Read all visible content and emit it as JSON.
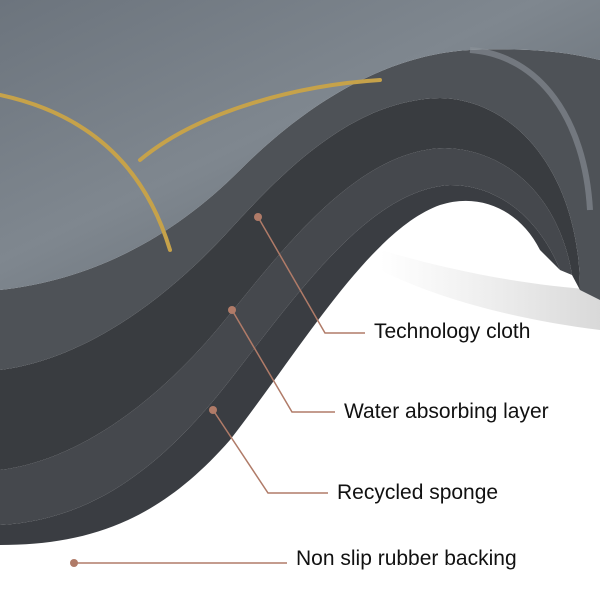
{
  "product": {
    "layers": [
      {
        "label": "Technology cloth",
        "color": "#4e5257"
      },
      {
        "label": "Water absorbing layer",
        "color": "#393c40"
      },
      {
        "label": "Recycled sponge",
        "color": "#45484d"
      },
      {
        "label": "Non slip rubber backing",
        "color": "#3a3d42"
      }
    ],
    "colors": {
      "top_surface": "#7b838c",
      "gold_stripe": "#c6a24a",
      "leader_line": "#b07b68"
    }
  }
}
